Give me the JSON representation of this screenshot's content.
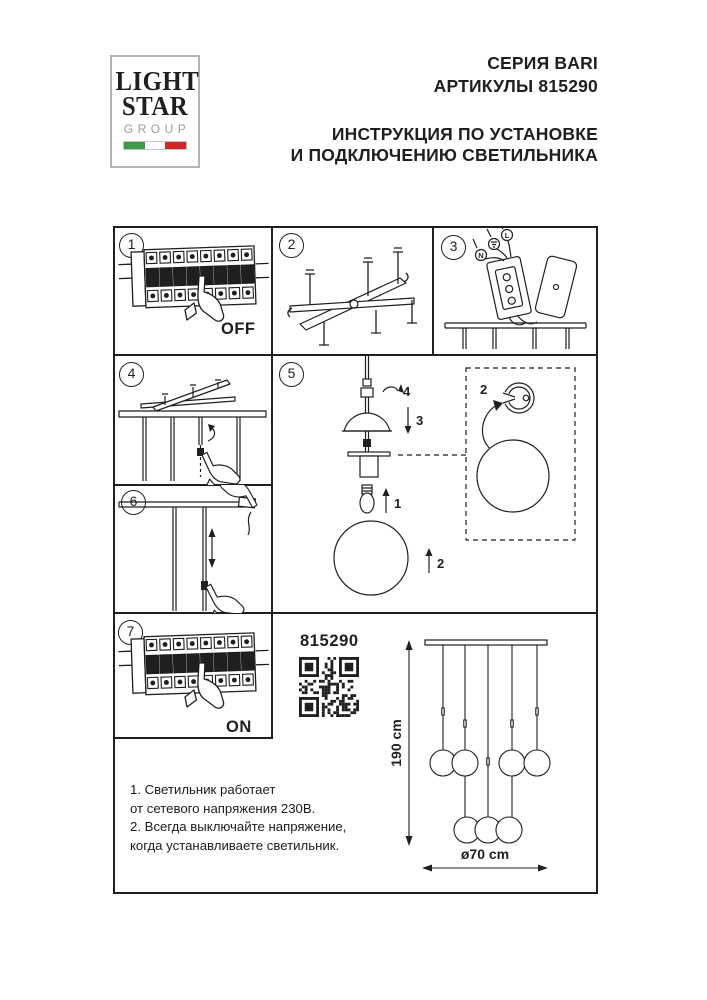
{
  "header": {
    "logo": {
      "line1": "LIGHT",
      "line2": "STAR",
      "line3": "GROUP"
    },
    "series": "СЕРИЯ BARI",
    "articles": "АРТИКУЛЫ 815290",
    "title_line1": "ИНСТРУКЦИЯ ПО УСТАНОВКЕ",
    "title_line2": "И ПОДКЛЮЧЕНИЮ СВЕТИЛЬНИКА"
  },
  "panels": {
    "p1": {
      "number": "1",
      "label": "OFF"
    },
    "p2": {
      "number": "2"
    },
    "p3": {
      "number": "3",
      "wire_left": "N",
      "wire_right": "L"
    },
    "p4": {
      "number": "4"
    },
    "p5": {
      "number": "5",
      "step1": "1",
      "step2": "2",
      "step3": "3",
      "step4": "4",
      "detail_label": "2"
    },
    "p6": {
      "number": "6"
    },
    "p7": {
      "number": "7",
      "label": "ON"
    }
  },
  "product": {
    "article": "815290",
    "height_dim": "190 cm",
    "diameter_dim": "ø70 cm"
  },
  "notes": {
    "line1": "1. Светильник работает",
    "line2": "от сетевого напряжения 230В.",
    "line3": "2. Всегда выключайте напряжение,",
    "line4": "когда устанавливаете светильник."
  },
  "colors": {
    "ink": "#1f1f1f",
    "logo_gray": "#9a9a9a",
    "flag_green": "#3d9b47",
    "flag_red": "#cf2a2a",
    "logo_border": "#b3b3b3"
  }
}
